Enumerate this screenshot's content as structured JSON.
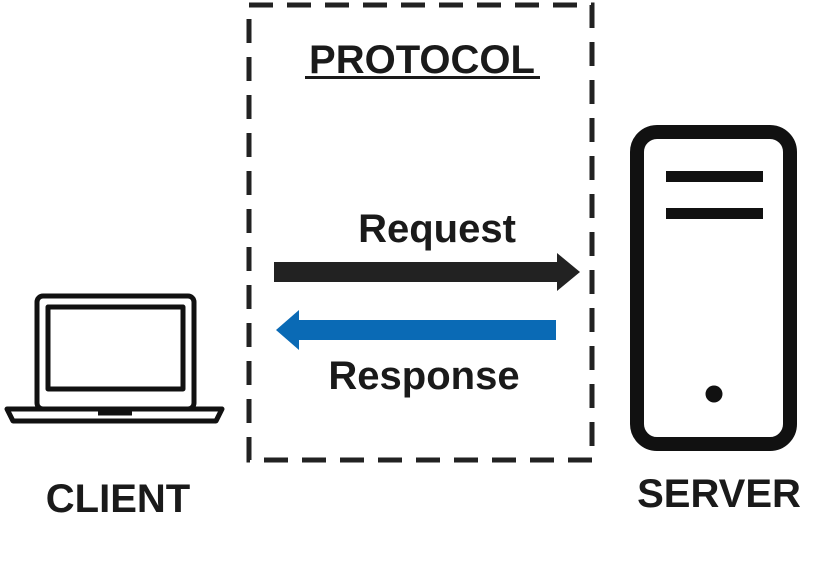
{
  "protocol": {
    "label": "PROTOCOL"
  },
  "request": {
    "label": "Request",
    "color": "#222222"
  },
  "response": {
    "label": "Response",
    "color": "#0a6ab5"
  },
  "client": {
    "label": "CLIENT",
    "icon": "laptop-icon"
  },
  "server": {
    "label": "SERVER",
    "icon": "server-icon"
  }
}
